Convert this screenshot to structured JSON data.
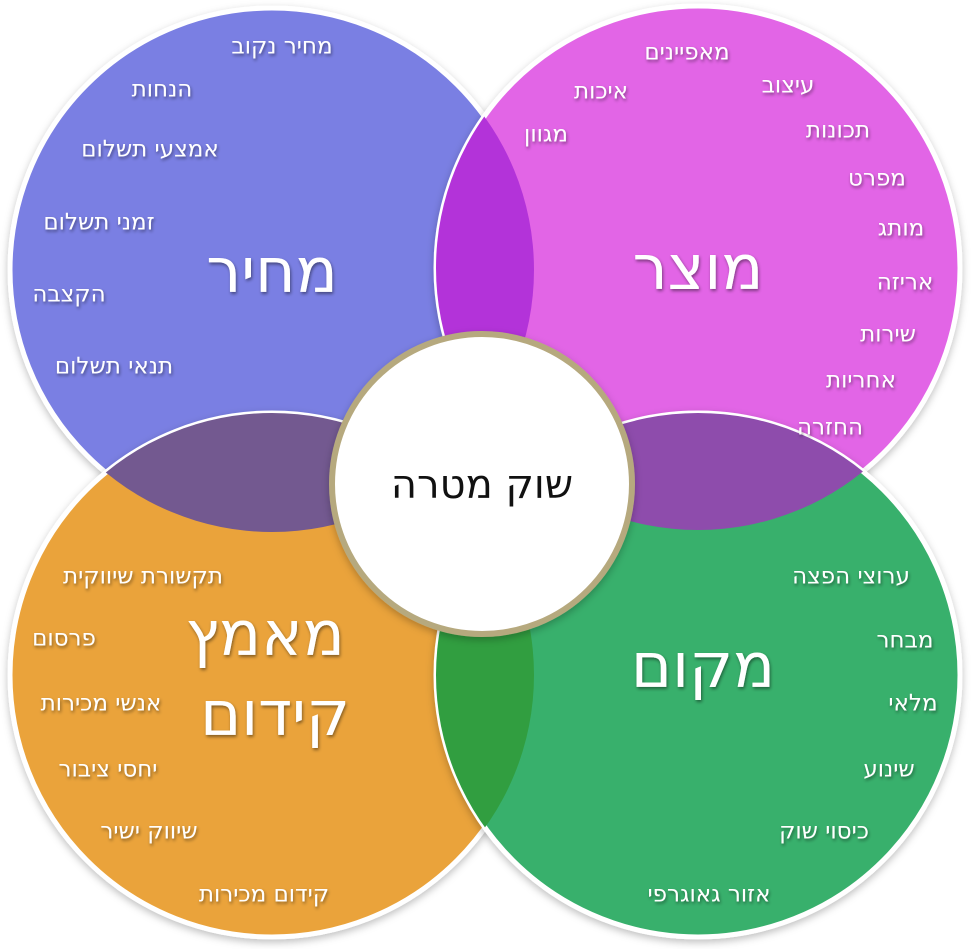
{
  "center": {
    "label": "שוק מטרה"
  },
  "quadrants": {
    "price": {
      "title_lines": [
        "מחיר"
      ],
      "color": "#7A7FE3",
      "items": [
        "מחיר נקוב",
        "הנחות",
        "אמצעי תשלום",
        "זמני תשלום",
        "הקצבה",
        "תנאי תשלום"
      ]
    },
    "product": {
      "title_lines": [
        "מוצר"
      ],
      "color": "#E265E6",
      "items": [
        "מאפיינים",
        "עיצוב",
        "איכות",
        "מגוון",
        "תכונות",
        "מפרט",
        "מותג",
        "אריזה",
        "שירות",
        "אחריות",
        "החזרה"
      ]
    },
    "promotion": {
      "title_lines": [
        "מאמץ",
        "קידום"
      ],
      "color": "#EAA33A",
      "items": [
        "תקשורת שיווקית",
        "פרסום",
        "אנשי מכירות",
        "יחסי ציבור",
        "שיווק ישיר",
        "קידום מכירות"
      ]
    },
    "place": {
      "title_lines": [
        "מקום"
      ],
      "color": "#37B06C",
      "items": [
        "ערוצי הפצה",
        "מבחר",
        "מלאי",
        "שינוע",
        "כיסוי שוק",
        "אזור גאוגרפי"
      ]
    }
  },
  "overlaps": {
    "price_product": "#B333D9",
    "product_place": "#8E4CAC",
    "place_promotion": "#319E40",
    "promotion_price": "#735990"
  }
}
